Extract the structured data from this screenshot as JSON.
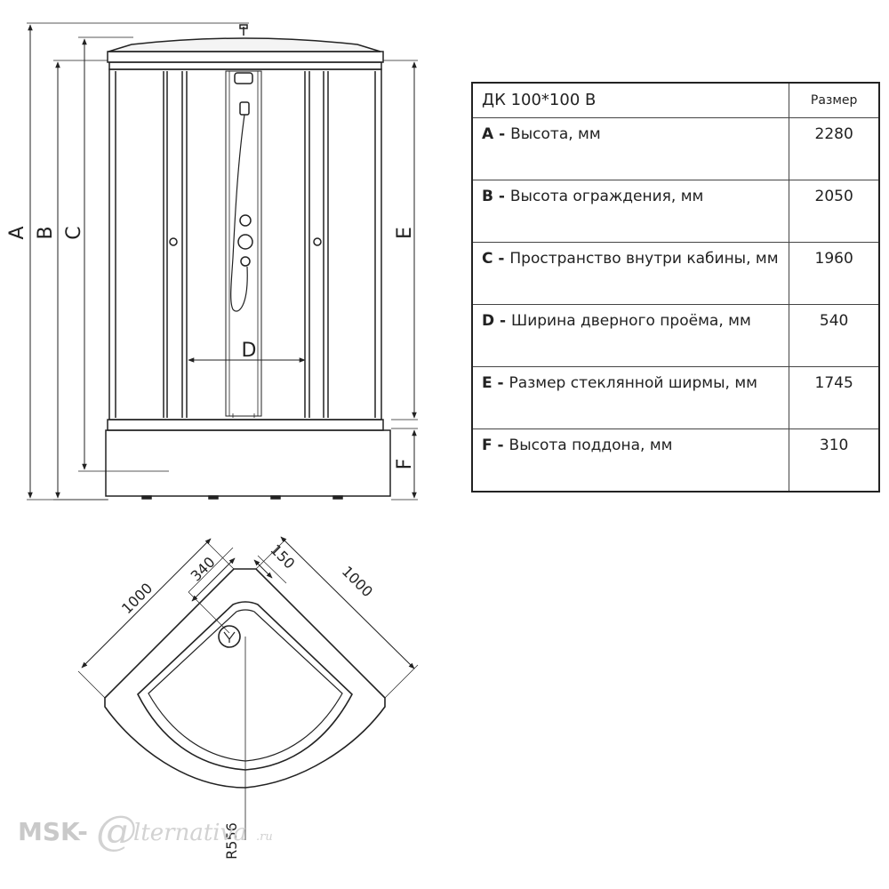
{
  "labels": {
    "a": "A",
    "b": "B",
    "c": "C",
    "d": "D",
    "e": "E",
    "f": "F"
  },
  "tray_dims": {
    "side_left": "1000",
    "side_right": "1000",
    "offset_340": "340",
    "offset_150": "150",
    "radius": "R556"
  },
  "table": {
    "title": "ДК  100*100 В",
    "header_size": "Размер",
    "rows": [
      {
        "key": "A",
        "sep": " - ",
        "label": "Высота, мм",
        "value": "2280"
      },
      {
        "key": "B",
        "sep": " - ",
        "label": "Высота ограждения, мм",
        "value": "2050"
      },
      {
        "key": "C",
        "sep": " - ",
        "label": "Пространство внутри кабины, мм",
        "value": "1960"
      },
      {
        "key": "D",
        "sep": " - ",
        "label": "Ширина дверного проёма, мм",
        "value": "540"
      },
      {
        "key": "E",
        "sep": " - ",
        "label": "Размер стеклянной ширмы, мм",
        "value": "1745"
      },
      {
        "key": "F",
        "sep": " - ",
        "label": "Высота поддона, мм",
        "value": "310"
      }
    ]
  },
  "watermark": {
    "prefix": "MSK-",
    "at": "@",
    "suffix": "lternativa",
    "domain": ".ru"
  }
}
